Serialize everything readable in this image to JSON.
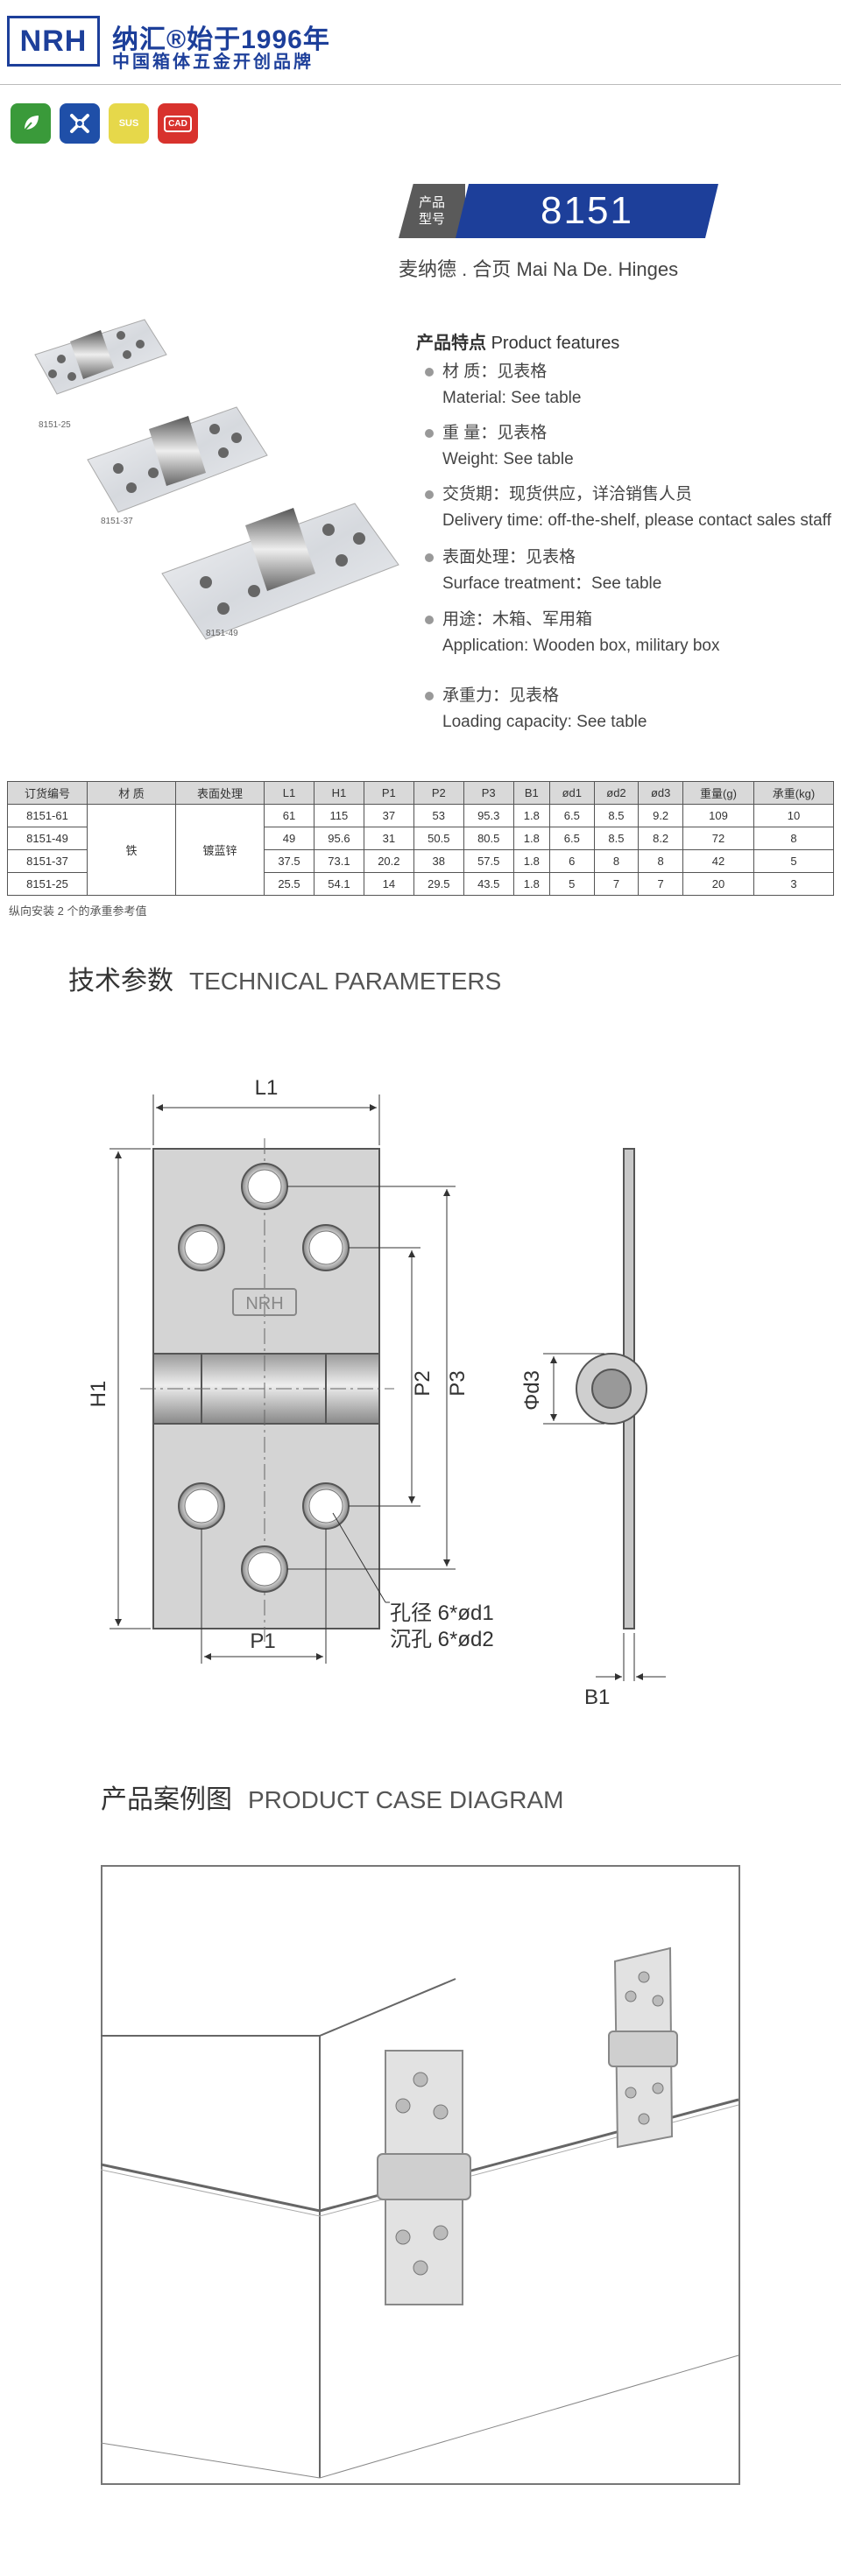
{
  "header": {
    "logo": "NRH",
    "brand_name": "纳汇®始于1996年",
    "brand_sub": "中国箱体五金开创品牌",
    "badges": [
      {
        "label": "",
        "color": "#3a9a3a"
      },
      {
        "label": "",
        "color": "#1f4fa8"
      },
      {
        "label": "SUS",
        "color": "#e6d84a"
      },
      {
        "label": "CAD",
        "color": "#d8322d"
      }
    ]
  },
  "product": {
    "tag": "产品\n型号",
    "model_no": "8151",
    "name": "麦纳德 . 合页   Mai Na De. Hinges",
    "image_labels": [
      "8151-25",
      "8151-37",
      "8151-49"
    ]
  },
  "features": {
    "title_cn": "产品特点",
    "title_en": "Product features",
    "items": [
      {
        "cn": "材  质：见表格",
        "en": "Material: See table"
      },
      {
        "cn": "重  量：见表格",
        "en": "Weight: See table"
      },
      {
        "cn": "交货期：现货供应，详洽销售人员",
        "en": "Delivery time: off-the-shelf, please contact sales staff"
      },
      {
        "cn": "表面处理：见表格",
        "en": "Surface treatment：See table"
      },
      {
        "cn": "用途：木箱、军用箱",
        "en": "Application: Wooden box, military box"
      },
      {
        "cn": "承重力：见表格",
        "en": "Loading capacity: See table"
      }
    ]
  },
  "table": {
    "headers": [
      "订货编号",
      "材  质",
      "表面处理",
      "L1",
      "H1",
      "P1",
      "P2",
      "P3",
      "B1",
      "ød1",
      "ød2",
      "ød3",
      "重量(g)",
      "承重(kg)"
    ],
    "material": "铁",
    "finish": "镀蓝锌",
    "rows": [
      [
        "8151-61",
        "61",
        "115",
        "37",
        "53",
        "95.3",
        "1.8",
        "6.5",
        "8.5",
        "9.2",
        "109",
        "10"
      ],
      [
        "8151-49",
        "49",
        "95.6",
        "31",
        "50.5",
        "80.5",
        "1.8",
        "6.5",
        "8.5",
        "8.2",
        "72",
        "8"
      ],
      [
        "8151-37",
        "37.5",
        "73.1",
        "20.2",
        "38",
        "57.5",
        "1.8",
        "6",
        "8",
        "8",
        "42",
        "5"
      ],
      [
        "8151-25",
        "25.5",
        "54.1",
        "14",
        "29.5",
        "43.5",
        "1.8",
        "5",
        "7",
        "7",
        "20",
        "3"
      ]
    ],
    "note": "纵向安装 2 个的承重参考值"
  },
  "technical": {
    "title_cn": "技术参数",
    "title_en": "TECHNICAL PARAMETERS",
    "labels": {
      "L1": "L1",
      "H1": "H1",
      "P1": "P1",
      "P2": "P2",
      "P3": "P3",
      "B1": "B1",
      "d3": "Φd3",
      "hole1": "孔径 6*ød1",
      "hole2": "沉孔 6*ød2",
      "emboss": "NRH"
    }
  },
  "case": {
    "title_cn": "产品案例图",
    "title_en": "PRODUCT CASE DIAGRAM"
  }
}
